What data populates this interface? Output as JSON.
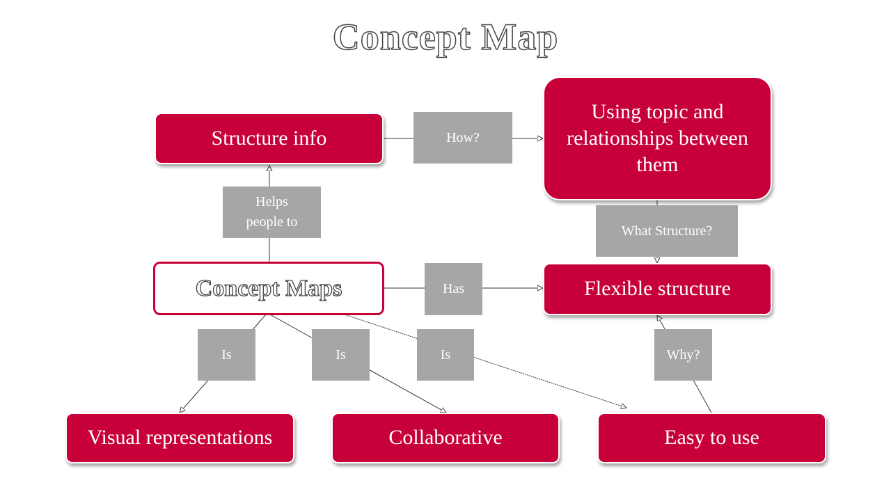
{
  "title": "Concept Map",
  "nodes": {
    "structure_info": "Structure info",
    "using_topic": "Using topic and relationships between them",
    "concept_maps": "Concept Maps",
    "flexible_structure": "Flexible structure",
    "visual_representations": "Visual representations",
    "collaborative": "Collaborative",
    "easy_to_use": "Easy to use"
  },
  "links": {
    "how": "How?",
    "helps": "Helps people to",
    "what_structure": "What Structure?",
    "has": "Has",
    "is_1": "Is",
    "is_2": "Is",
    "is_3": "Is",
    "why": "Why?"
  },
  "colors": {
    "node_fill": "#c8003a",
    "link_label_fill": "#a6a6a6",
    "connector": "#333333"
  }
}
